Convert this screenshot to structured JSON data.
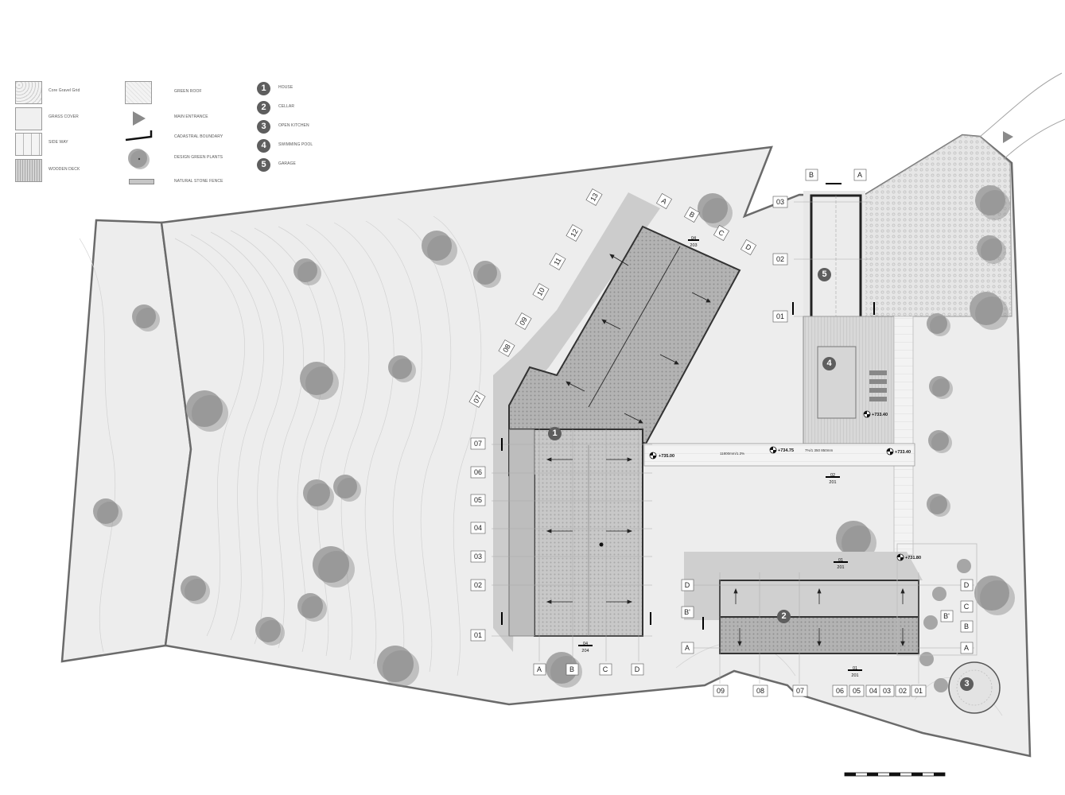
{
  "legend": {
    "materials": [
      {
        "key": "core_gravel_grid",
        "label": "Core Gravel Grid"
      },
      {
        "key": "grass_cover",
        "label": "GRASS COVER"
      },
      {
        "key": "side_way",
        "label": "SIDE WAY"
      },
      {
        "key": "wooden_deck",
        "label": "WOODEN DECK"
      }
    ],
    "symbols": [
      {
        "key": "green_roof",
        "label": "GREEN ROOF"
      },
      {
        "key": "main_entrance",
        "label": "MAIN ENTRANCE"
      },
      {
        "key": "cadastral_boundary",
        "label": "CADASTRAL BOUNDARY"
      },
      {
        "key": "design_green_plants",
        "label": "DESIGN GREEN PLANTS"
      },
      {
        "key": "natural_stone_fence",
        "label": "NATURAL STONE FENCE"
      }
    ],
    "buildings": [
      {
        "num": "1",
        "label": "HOUSE"
      },
      {
        "num": "2",
        "label": "CELLAR"
      },
      {
        "num": "3",
        "label": "OPEN KITCHEN"
      },
      {
        "num": "4",
        "label": "SWIMMING POOL"
      },
      {
        "num": "5",
        "label": "GARAGE"
      }
    ]
  },
  "plan": {
    "building_markers": [
      "1",
      "2",
      "3",
      "4",
      "5"
    ],
    "house_axes_rows": [
      "07",
      "06",
      "05",
      "04",
      "03",
      "02",
      "01"
    ],
    "house_axes_cols": [
      "A",
      "B",
      "C",
      "D"
    ],
    "wing_axes": [
      "13",
      "12",
      "11",
      "10",
      "09",
      "08",
      "07"
    ],
    "wing_cols": [
      "A",
      "B",
      "C",
      "D"
    ],
    "garage_rows": [
      "03",
      "02",
      "01"
    ],
    "garage_cols": [
      "B",
      "A"
    ],
    "cellar_rows_left": [
      "D",
      "B'",
      "A"
    ],
    "cellar_rows_right": [
      "D",
      "C",
      "B'",
      "B",
      "A"
    ],
    "cellar_cols": [
      "09",
      "08",
      "07",
      "06",
      "05",
      "04",
      "03",
      "02",
      "01"
    ],
    "section_refs": [
      {
        "code": "04",
        "sheet": "204"
      },
      {
        "code": "01",
        "sheet": "201"
      },
      {
        "code": "02",
        "sheet": "201"
      },
      {
        "code": "04",
        "sheet": "203"
      },
      {
        "code": "01",
        "sheet": "201"
      }
    ],
    "elevations": [
      "+735.00",
      "+734.75",
      "+733.40",
      "+733.40",
      "+731.80"
    ],
    "slope_note_1": "11800mm/1.3%",
    "slope_note_2": "7%/1 350 850mm"
  },
  "colors": {
    "site_fill": "#ededed",
    "boundary": "#6a6a6a",
    "roof_dark": "#9d9d9d",
    "tree": "#9a9a9a"
  }
}
